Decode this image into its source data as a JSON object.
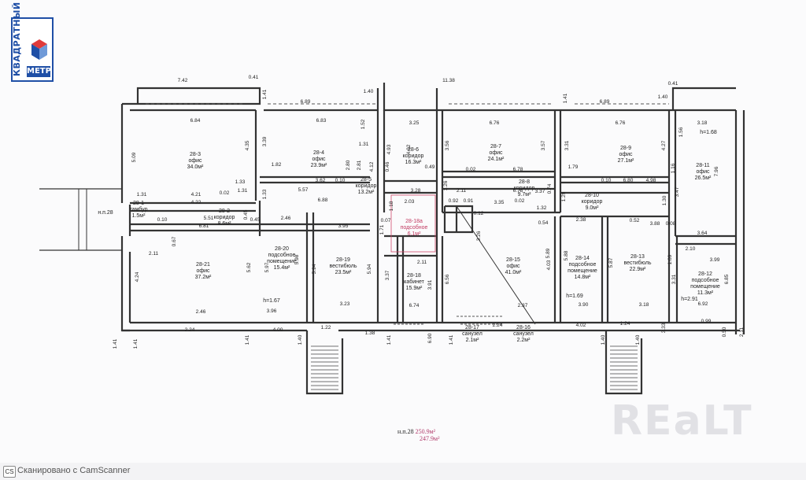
{
  "logo": {
    "vertical_text": "КВАДРАТНЫЙ",
    "metr": "МЕТР"
  },
  "watermark": "REaLT",
  "footer": {
    "icon": "CS",
    "text": "Сканировано с CamScanner"
  },
  "totals": {
    "label": "н.п.28",
    "v1": "250.9м²",
    "v2": "247.9м²"
  },
  "rooms": [
    {
      "id": "28-3",
      "name": "офис",
      "area": "34.0м²"
    },
    {
      "id": "28-4",
      "name": "офис",
      "area": "23.9м²"
    },
    {
      "id": "28-5",
      "name": "коридор",
      "area": "13.2м²"
    },
    {
      "id": "28-6",
      "name": "коридор",
      "area": "16.3м²"
    },
    {
      "id": "28-7",
      "name": "офис",
      "area": "24.1м²"
    },
    {
      "id": "28-9",
      "name": "офис",
      "area": "27.1м²"
    },
    {
      "id": "28-11",
      "name": "офис",
      "area": "26.5м²"
    },
    {
      "id": "28-2",
      "name": "коридор",
      "area": "8.6м²"
    },
    {
      "id": "28-1",
      "name": "тамбур",
      "area": "1.5м²"
    },
    {
      "id": "28-8",
      "name": "коридор",
      "area": "9.7м²"
    },
    {
      "id": "28-10",
      "name": "коридор",
      "area": "9.0м²"
    },
    {
      "id": "28-18а",
      "name": "подсобное",
      "area": "6.1м²"
    },
    {
      "id": "28-21",
      "name": "офис",
      "area": "37.2м²"
    },
    {
      "id": "28-20",
      "name": "подсобное помещение",
      "area": "15.4м²"
    },
    {
      "id": "28-19",
      "name": "вестибюль",
      "area": "23.5м²"
    },
    {
      "id": "28-18",
      "name": "кабинет",
      "area": "15.9м²"
    },
    {
      "id": "28-15",
      "name": "офис",
      "area": "41.0м²"
    },
    {
      "id": "28-14",
      "name": "подсобное помещение",
      "area": "14.8м²"
    },
    {
      "id": "28-13",
      "name": "вестибюль",
      "area": "22.9м²"
    },
    {
      "id": "28-12",
      "name": "подсобное помещение",
      "area": "11.3м²"
    },
    {
      "id": "28-17",
      "name": "санузел",
      "area": "2.1м²"
    },
    {
      "id": "28-16",
      "name": "санузел",
      "area": "2.2м²"
    }
  ],
  "labels": {
    "np28": "н.п.28",
    "h1": "h=1.67",
    "h2": "h=1.69",
    "h3": "h=1.68",
    "h4": "h=2.91"
  },
  "dimensions": [
    "7.42",
    "0.41",
    "11.38",
    "0.41",
    "1.41",
    "6.89",
    "1.40",
    "1.41",
    "6.89",
    "1.40",
    "6.84",
    "6.83",
    "1.52",
    "3.25",
    "6.76",
    "6.76",
    "3.18",
    "5.09",
    "4.35",
    "3.39",
    "3.56",
    "3.57",
    "3.31",
    "4.27",
    "1.56",
    "1.31",
    "4.93",
    "4.92",
    "2.80",
    "2.81",
    "1.82",
    "0.46",
    "0.49",
    "0.02",
    "6.78",
    "1.79",
    "0.10",
    "6.80",
    "4.98",
    "7.96",
    "1.16",
    "3.62",
    "0.10",
    "4.12",
    "1.33",
    "1.33",
    "1.31",
    "4.21",
    "0.02",
    "1.31",
    "5.57",
    "1.26",
    "3.28",
    "6.78",
    "3.37",
    "0.74",
    "1.29",
    "3.47",
    "4.22",
    "6.88",
    "2.11",
    "0.92",
    "0.91",
    "3.35",
    "0.02",
    "1.32",
    "1.30",
    "5.51",
    "0.45",
    "0.45",
    "2.46",
    "3.95",
    "1.18",
    "2.03",
    "0.12",
    "0.54",
    "2.38",
    "0.52",
    "3.88",
    "0.08",
    "3.64",
    "6.81",
    "0.10",
    "0.67",
    "2.11",
    "5.62",
    "5.97",
    "5.98",
    "5.94",
    "5.94",
    "1.71",
    "0.07",
    "2.11",
    "3.26",
    "5.89",
    "5.88",
    "5.87",
    "1.09",
    "2.10",
    "3.99",
    "4.24",
    "3.37",
    "3.91",
    "6.56",
    "4.03",
    "3.31",
    "6.85",
    "2.46",
    "3.96",
    "3.23",
    "6.74",
    "2.37",
    "3.90",
    "3.18",
    "6.92",
    "2.24",
    "4.00",
    "1.22",
    "1.38",
    "6.90",
    "2.24",
    "4.02",
    "1.24",
    "3.33",
    "0.99",
    "1.41",
    "1.41",
    "1.41",
    "1.40",
    "1.41",
    "1.41",
    "1.40",
    "1.40",
    "0.50",
    "2.11"
  ]
}
